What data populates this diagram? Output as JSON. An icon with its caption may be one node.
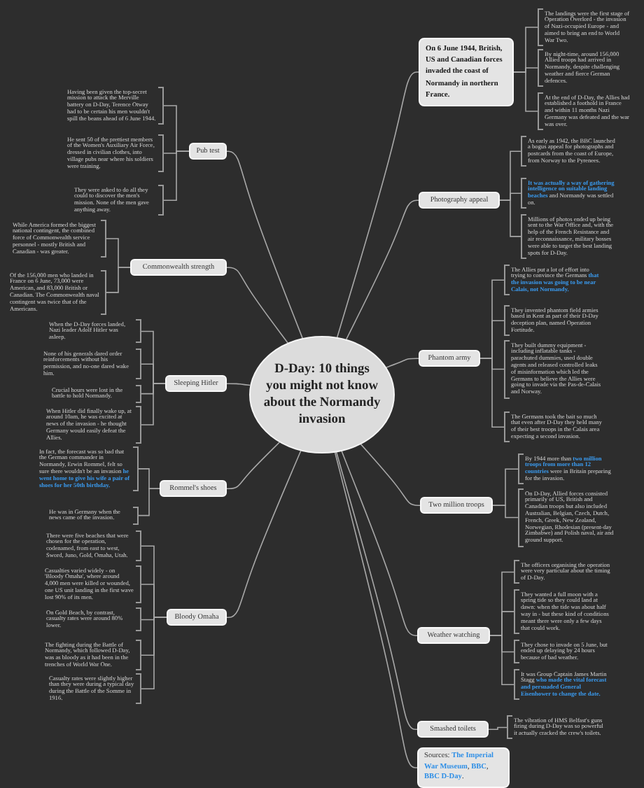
{
  "diagram": {
    "nodes": [
      {
        "text": [
          "D-Day: 10 things you might not know about the Normandy invasion"
        ]
      },
      {
        "text": [
          "Pub test"
        ]
      },
      {
        "text": [
          "Having been given the top-secret mission to attack the Merville battery on D-Day, Terence Otway had to be certain his men wouldn't spill the beans ahead of 6 June 1944."
        ]
      },
      {
        "text": [
          "He sent 50 of the prettiest members of the Women's Auxiliary Air Force, dressed in civilian clothes, into village pubs near where his soldiers were training."
        ]
      },
      {
        "text": [
          "They were asked to do all they could to discover the men's mission. None of the men gave anything away."
        ]
      },
      {
        "text": [
          "Commonwealth strength"
        ]
      },
      {
        "text": [
          "While America formed the biggest national contingent, the combined force of Commonwealth service personnel - mostly British and Canadian - was greater."
        ]
      },
      {
        "text": [
          "Of the 156,000 men who landed in France on 6 June, 73,000 were American, and 83,000 British or Canadian. The Commonwealth naval contingent was twice that of the Americans."
        ]
      },
      {
        "text": [
          "Sleeping Hitler"
        ]
      },
      {
        "text": [
          "When the D-Day forces landed, Nazi leader Adolf Hitler was asleep."
        ]
      },
      {
        "text": [
          "None of his generals dared order reinforcements without his permission, and no-one dared wake him."
        ]
      },
      {
        "text": [
          "Crucial hours were lost in the battle to hold Normandy."
        ]
      },
      {
        "text": [
          "When Hitler did finally wake up, at around 10am, he was excited at news of the invasion - he thought Germany would easily defeat the Allies."
        ]
      },
      {
        "text": [
          "Rommel's shoes"
        ]
      },
      {
        "text": [
          "In fact, the forecast was so bad that the German commander in Normandy, Erwin Rommel, felt so sure there wouldn't be an invasion **he went home to give his wife a pair of shoes for her 50th birthday.**"
        ]
      },
      {
        "text": [
          "He was in Germany when the news came of the invasion."
        ]
      },
      {
        "text": [
          "Bloody Omaha"
        ]
      },
      {
        "text": [
          "There were five beaches that were chosen for the operation, codenamed, from east to west, Sword, Juno, Gold, Omaha, Utah."
        ]
      },
      {
        "text": [
          "Casualties varied widely - on 'Bloody Omaha', where around 4,000 men were killed or wounded, one US unit landing in the first wave lost 90% of its men."
        ]
      },
      {
        "text": [
          "On Gold Beach, by contrast, casualty rates were around 80% lower."
        ]
      },
      {
        "text": [
          "The fighting during the Battle of Normandy, which followed D-Day, was as bloody as it had been in the trenches of World War One."
        ]
      },
      {
        "text": [
          "Casualty rates were slightly higher than they were during a typical day during the Battle of the Somme in 1916."
        ]
      },
      {
        "text": [
          "On 6 June 1944, British, US and Canadian forces invaded the coast of Normandy in northern France."
        ]
      },
      {
        "text": [
          "The landings were the first stage of Operation Overlord - the invasion of Nazi-occupied Europe - and aimed to bring an end to World War Two."
        ]
      },
      {
        "text": [
          "By night-time, around 156,000 Allied troops had arrived in Normandy, despite challenging weather and fierce German defences."
        ]
      },
      {
        "text": [
          "At the end of D-Day, the Allies had established a foothold in France and within 11 months Nazi Germany was defeated and the war was over."
        ]
      },
      {
        "text": [
          "Photography appeal"
        ]
      },
      {
        "text": [
          "As early as 1942, the BBC launched a bogus appeal for photographs and postcards from the coast of Europe, from Norway to the Pyrenees."
        ]
      },
      {
        "text": [
          "**It was actually a way of gathering intelligence on suitable landing beaches** and Normandy was settled on."
        ]
      },
      {
        "text": [
          "Millions of photos ended up being sent to the War Office and, with the help of the French Resistance and air reconnaissance, military bosses were able to target the best landing spots for D-Day."
        ]
      },
      {
        "text": [
          "Phantom army"
        ]
      },
      {
        "text": [
          "The Allies put a lot of effort into trying to convince the Germans **that the invasion was going to be near Calais, not Normandy.**"
        ]
      },
      {
        "text": [
          "They invented phantom field armies based in Kent as part of their D-Day deception plan, named Operation Fortitude."
        ]
      },
      {
        "text": [
          "They built dummy equipment - including inflatable tanks - parachuted dummies, used double agents and released controlled leaks of misinformation which led the Germans to believe the Allies were going to invade via the Pas-de-Calais and Norway."
        ]
      },
      {
        "text": [
          "The Germans took the bait so much that even after D-Day they held many of their best troops in the Calais area expecting a second invasion."
        ]
      },
      {
        "text": [
          "Two million troops"
        ]
      },
      {
        "text": [
          "By 1944 more than **two million troops from more than 12 countries** were in Britain preparing for the invasion."
        ]
      },
      {
        "text": [
          "On D-Day, Allied forces consisted primarily of US, British and Canadian troops but also included Australian, Belgian, Czech, Dutch, French, Greek, New Zealand, Norwegian, Rhodesian (present-day Zimbabwe) and Polish naval, air and ground support."
        ]
      },
      {
        "text": [
          "Weather watching"
        ]
      },
      {
        "text": [
          "The officers organising the operation were very particular about the timing of D-Day."
        ]
      },
      {
        "text": [
          "They wanted a full moon with a spring tide so they could land at dawn: when the tide was about half way in - but these kind of conditions meant there were only a few days that could work."
        ]
      },
      {
        "text": [
          "They chose to invade on 5 June, but ended up delaying by 24 hours because of bad weather."
        ]
      },
      {
        "text": [
          "It was Group Captain James Martin Stagg **who made the vital forecast and persuaded General Eisenhower to change the date.**"
        ]
      },
      {
        "text": [
          "Smashed toilets"
        ]
      },
      {
        "text": [
          "The vibration of HMS Belfast's guns firing during D-Day was so powerful it actually cracked the crew's toilets."
        ]
      },
      {
        "text": [
          "Sources: **The Imperial War Museum**, **BBC**, **BBC D-Day**."
        ]
      }
    ],
    "edges": [
      {
        "from": 0,
        "to": 1,
        "arrow": "none"
      },
      {
        "from": 1,
        "to": 2,
        "arrow": "none"
      },
      {
        "from": 1,
        "to": 3,
        "arrow": "none"
      },
      {
        "from": 1,
        "to": 4,
        "arrow": "none"
      },
      {
        "from": 0,
        "to": 5,
        "arrow": "none"
      },
      {
        "from": 5,
        "to": 6,
        "arrow": "none"
      },
      {
        "from": 5,
        "to": 7,
        "arrow": "none"
      },
      {
        "from": 0,
        "to": 8,
        "arrow": "none"
      },
      {
        "from": 8,
        "to": 9,
        "arrow": "none"
      },
      {
        "from": 8,
        "to": 10,
        "arrow": "none"
      },
      {
        "from": 8,
        "to": 11,
        "arrow": "none"
      },
      {
        "from": 8,
        "to": 12,
        "arrow": "none"
      },
      {
        "from": 0,
        "to": 13,
        "arrow": "none"
      },
      {
        "from": 13,
        "to": 14,
        "arrow": "none"
      },
      {
        "from": 13,
        "to": 15,
        "arrow": "none"
      },
      {
        "from": 0,
        "to": 16,
        "arrow": "none"
      },
      {
        "from": 16,
        "to": 17,
        "arrow": "none"
      },
      {
        "from": 16,
        "to": 18,
        "arrow": "none"
      },
      {
        "from": 16,
        "to": 19,
        "arrow": "none"
      },
      {
        "from": 16,
        "to": 20,
        "arrow": "none"
      },
      {
        "from": 16,
        "to": 21,
        "arrow": "none"
      },
      {
        "from": 0,
        "to": 22,
        "arrow": "none"
      },
      {
        "from": 22,
        "to": 23,
        "arrow": "none"
      },
      {
        "from": 22,
        "to": 24,
        "arrow": "none"
      },
      {
        "from": 22,
        "to": 25,
        "arrow": "none"
      },
      {
        "from": 0,
        "to": 26,
        "arrow": "none"
      },
      {
        "from": 26,
        "to": 27,
        "arrow": "none"
      },
      {
        "from": 26,
        "to": 28,
        "arrow": "none"
      },
      {
        "from": 26,
        "to": 29,
        "arrow": "none"
      },
      {
        "from": 0,
        "to": 30,
        "arrow": "none"
      },
      {
        "from": 30,
        "to": 31,
        "arrow": "none"
      },
      {
        "from": 30,
        "to": 32,
        "arrow": "none"
      },
      {
        "from": 30,
        "to": 33,
        "arrow": "none"
      },
      {
        "from": 30,
        "to": 34,
        "arrow": "none"
      },
      {
        "from": 0,
        "to": 35,
        "arrow": "none"
      },
      {
        "from": 35,
        "to": 36,
        "arrow": "none"
      },
      {
        "from": 35,
        "to": 37,
        "arrow": "none"
      },
      {
        "from": 0,
        "to": 38,
        "arrow": "none"
      },
      {
        "from": 38,
        "to": 39,
        "arrow": "none"
      },
      {
        "from": 38,
        "to": 40,
        "arrow": "none"
      },
      {
        "from": 38,
        "to": 41,
        "arrow": "none"
      },
      {
        "from": 38,
        "to": 42,
        "arrow": "none"
      },
      {
        "from": 0,
        "to": 43,
        "arrow": "none"
      },
      {
        "from": 43,
        "to": 44,
        "arrow": "none"
      },
      {
        "from": 0,
        "to": 45,
        "arrow": "none"
      }
    ]
  }
}
